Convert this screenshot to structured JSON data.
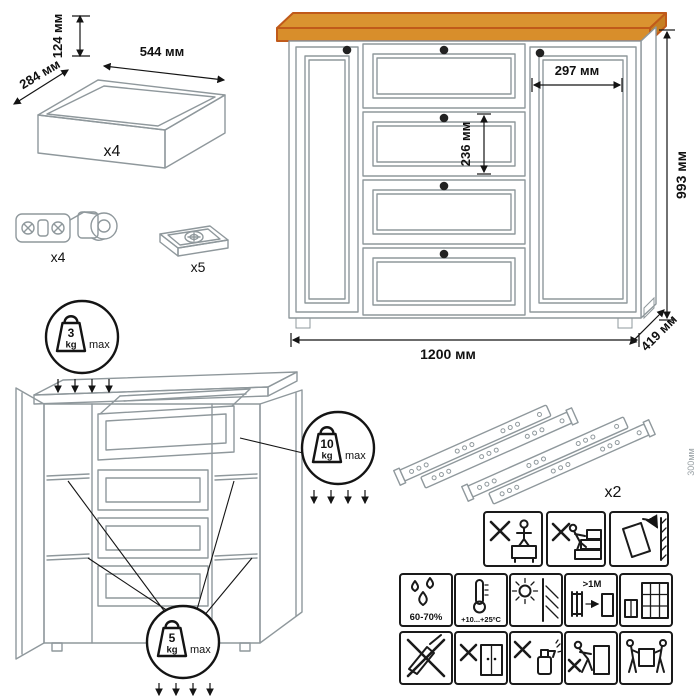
{
  "drawer_box": {
    "height": "124 мм",
    "width": "544 мм",
    "depth": "284 мм",
    "count": "x4"
  },
  "hinge": {
    "count": "x4"
  },
  "foot": {
    "count": "x5"
  },
  "cabinet": {
    "door_width": "297 мм",
    "drawer_height": "236 мм",
    "height": "993 мм",
    "width": "1200 мм",
    "depth": "419 мм"
  },
  "load_limits": {
    "top": {
      "value": "3",
      "unit": "kg",
      "label": "max"
    },
    "drawer": {
      "value": "10",
      "unit": "kg",
      "label": "max"
    },
    "shelf": {
      "value": "5",
      "unit": "kg",
      "label": "max"
    }
  },
  "slides": {
    "count": "x2",
    "length": "300мм"
  },
  "care": {
    "humidity": "60-70%",
    "temperature": "+10...+25ºC",
    "distance": ">1M"
  },
  "colors": {
    "wood_top": "#DA9330",
    "wood_front": "#D88E2B",
    "wood_end": "#C67F22",
    "wood_edge": "#C05A1A",
    "outline": "#8f989c",
    "ink": "#141414"
  }
}
